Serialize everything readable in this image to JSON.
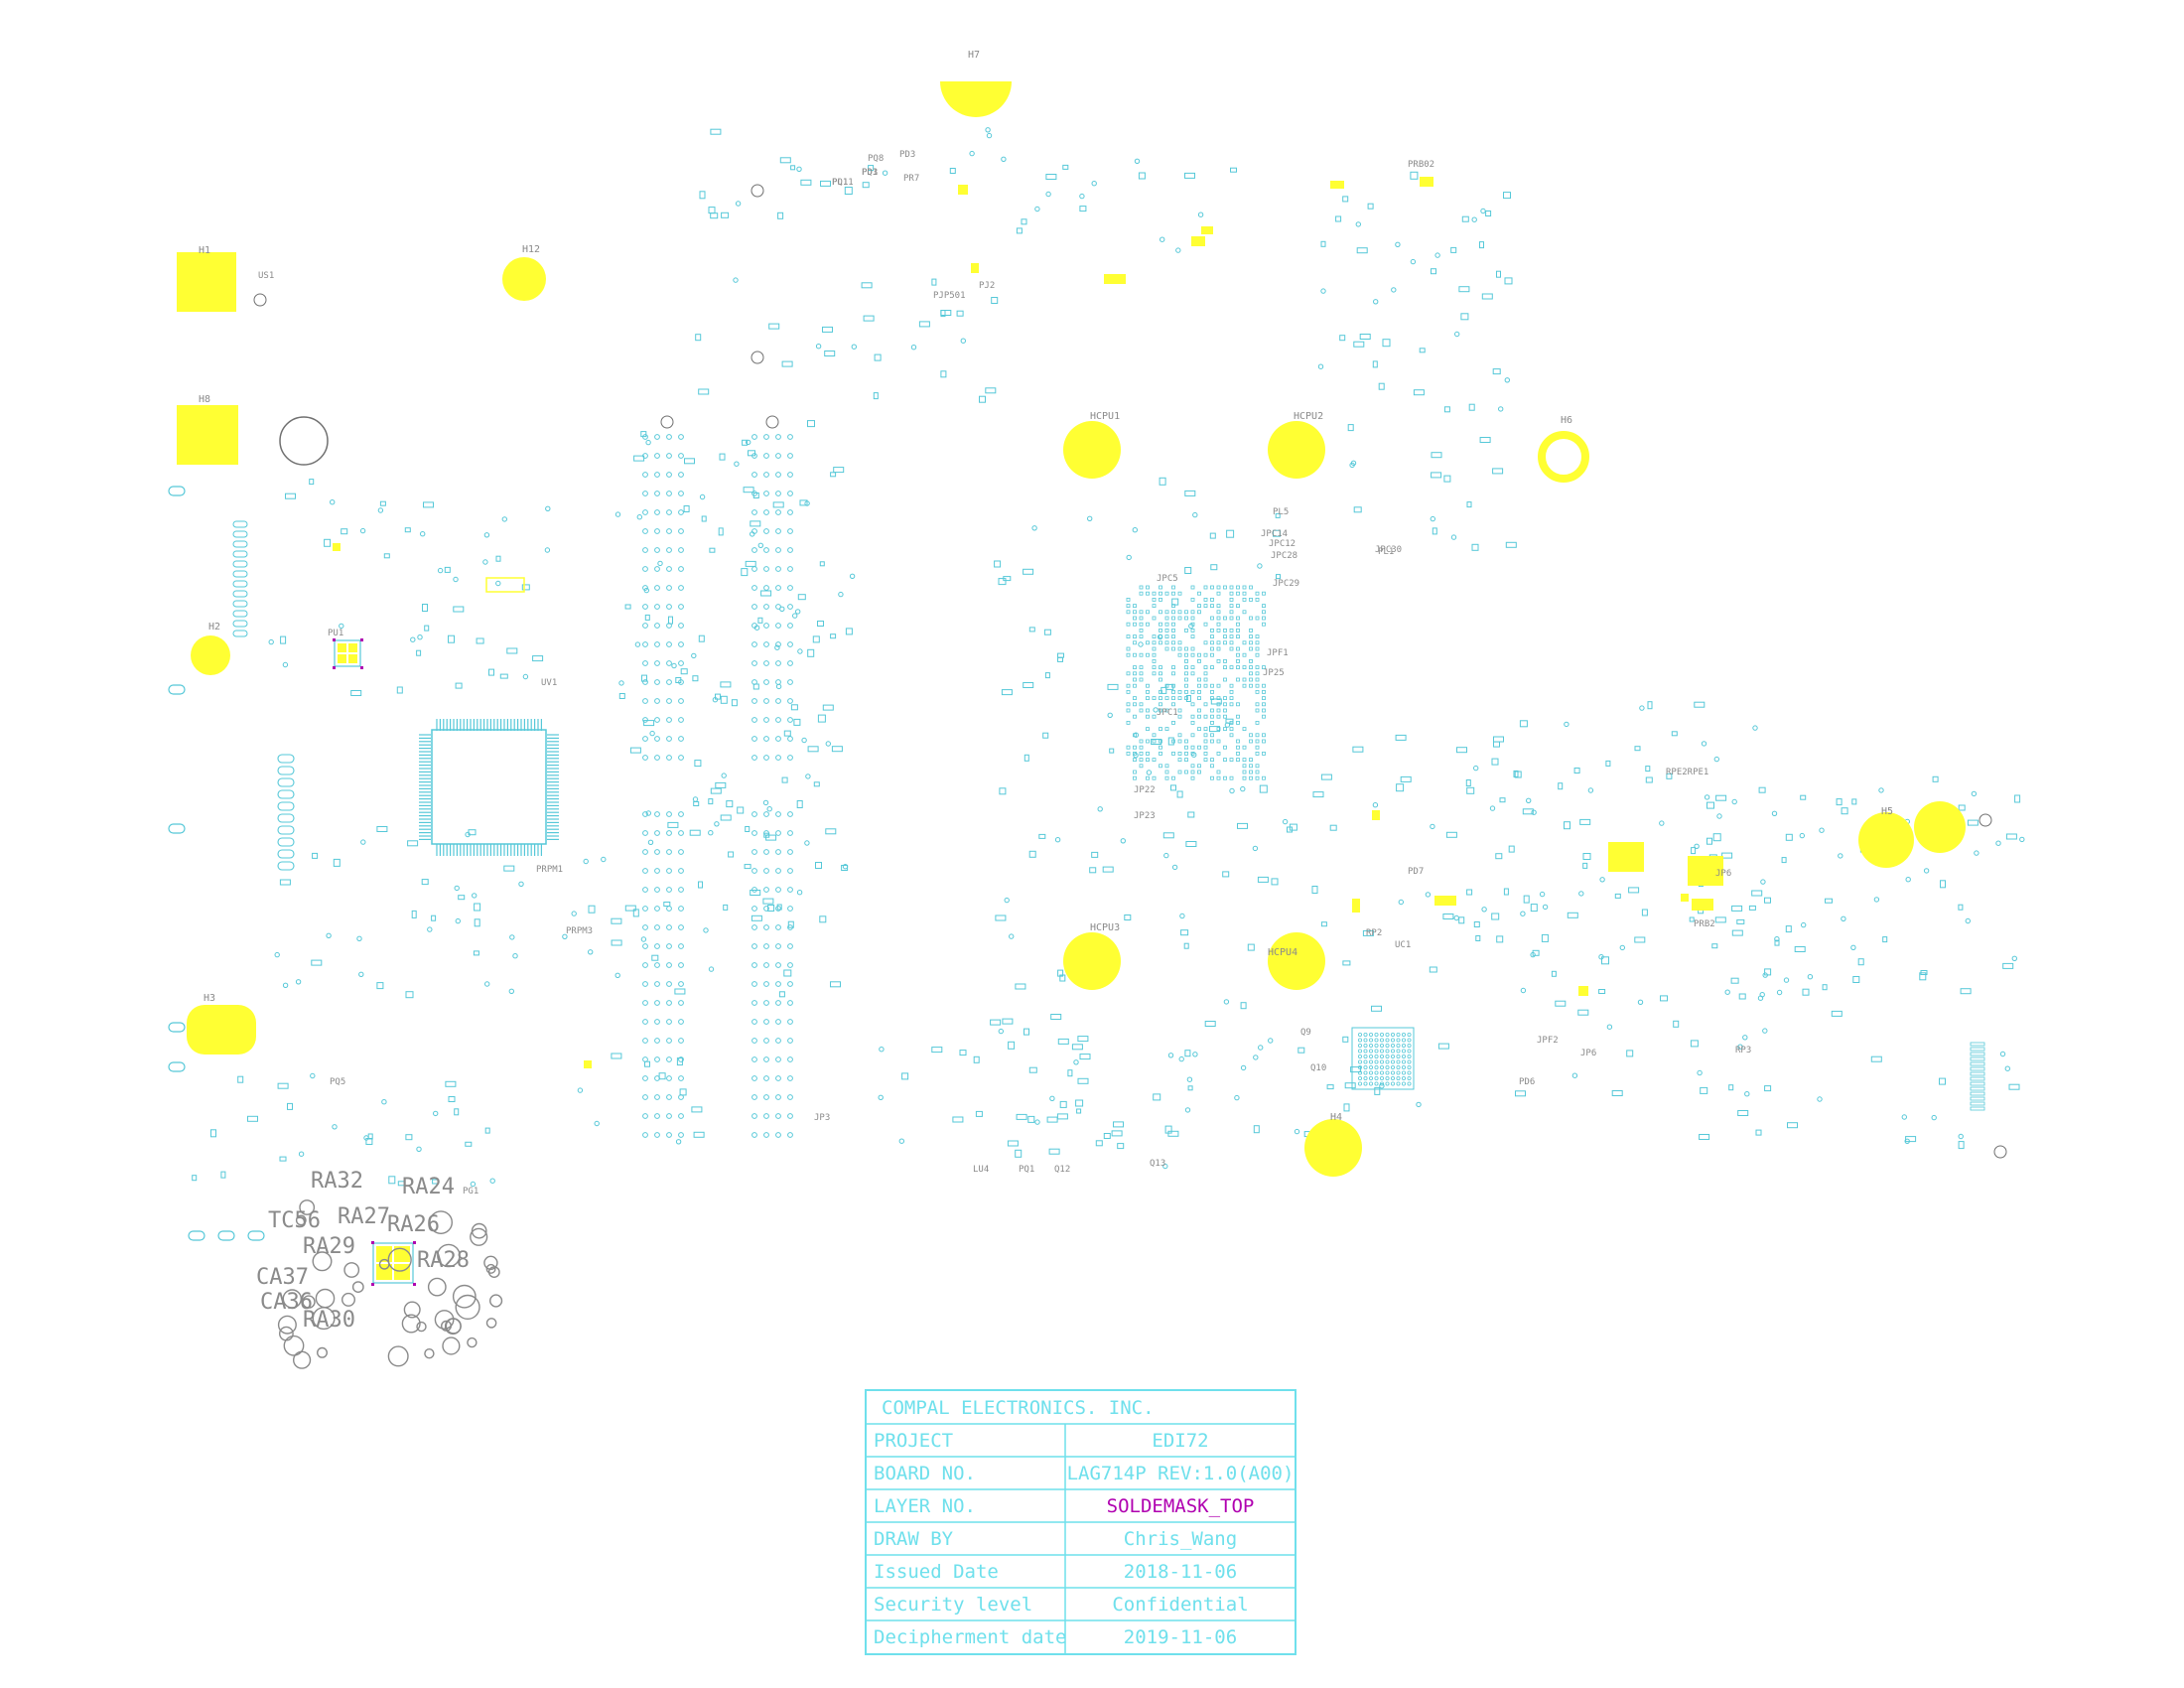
{
  "colors": {
    "background": "#ffffff",
    "trace": "#56c8d8",
    "mounting_hole": "#ffff33",
    "silkscreen": "#8a8a8a",
    "title_block": "#6fe0ec",
    "layer_highlight": "#b000b0",
    "pin_marker": "#b000b0"
  },
  "mounting_holes": [
    {
      "label": "H7"
    },
    {
      "label": "H12"
    },
    {
      "label": "H1"
    },
    {
      "label": "H8"
    },
    {
      "label": "H2"
    },
    {
      "label": "HCPU1"
    },
    {
      "label": "HCPU2"
    },
    {
      "label": "H6"
    },
    {
      "label": "HCPU3"
    },
    {
      "label": "HCPU4"
    },
    {
      "label": "H3"
    },
    {
      "label": "H4"
    },
    {
      "label": "H5"
    }
  ],
  "component_labels": [
    "PQ1",
    "PQ3",
    "PQ8",
    "PR7",
    "PD3",
    "PJ2",
    "PJP501",
    "PU1",
    "UV1",
    "RPE2RPE1",
    "JP6",
    "PRB2",
    "PRB02",
    "PL1",
    "PL5",
    "JPC14",
    "JPC12",
    "JPC28",
    "JPC29",
    "JPC30",
    "JPC5",
    "JPC1",
    "JP22",
    "JP23",
    "JP25",
    "JPF1",
    "JPF2",
    "JP6",
    "PD6",
    "PD7",
    "PQ5",
    "PG1",
    "LU4",
    "PQ1",
    "Q12",
    "Q13",
    "Q9",
    "Q10",
    "PRPM1",
    "PRPM3",
    "RP2",
    "RP3",
    "JP3",
    "US1",
    "UC1",
    "PL11",
    "PD1"
  ],
  "cluster_labels": [
    "RA32",
    "RA24",
    "TC56",
    "CA37",
    "CA36",
    "RA29",
    "RA27",
    "RA26",
    "RA28",
    "RA30"
  ],
  "title_block": {
    "company": "COMPAL ELECTRONICS. INC.",
    "rows": [
      {
        "label": "PROJECT",
        "value": "EDI72"
      },
      {
        "label": "BOARD NO.",
        "value": "LAG714P REV:1.0(A00)"
      },
      {
        "label": "LAYER NO.",
        "value": "SOLDEMASK_TOP"
      },
      {
        "label": "DRAW BY",
        "value": "Chris_Wang"
      },
      {
        "label": "Issued Date",
        "value": "2018-11-06"
      },
      {
        "label": "Security level",
        "value": "Confidential"
      },
      {
        "label": "Decipherment date",
        "value": "2019-11-06"
      }
    ]
  }
}
